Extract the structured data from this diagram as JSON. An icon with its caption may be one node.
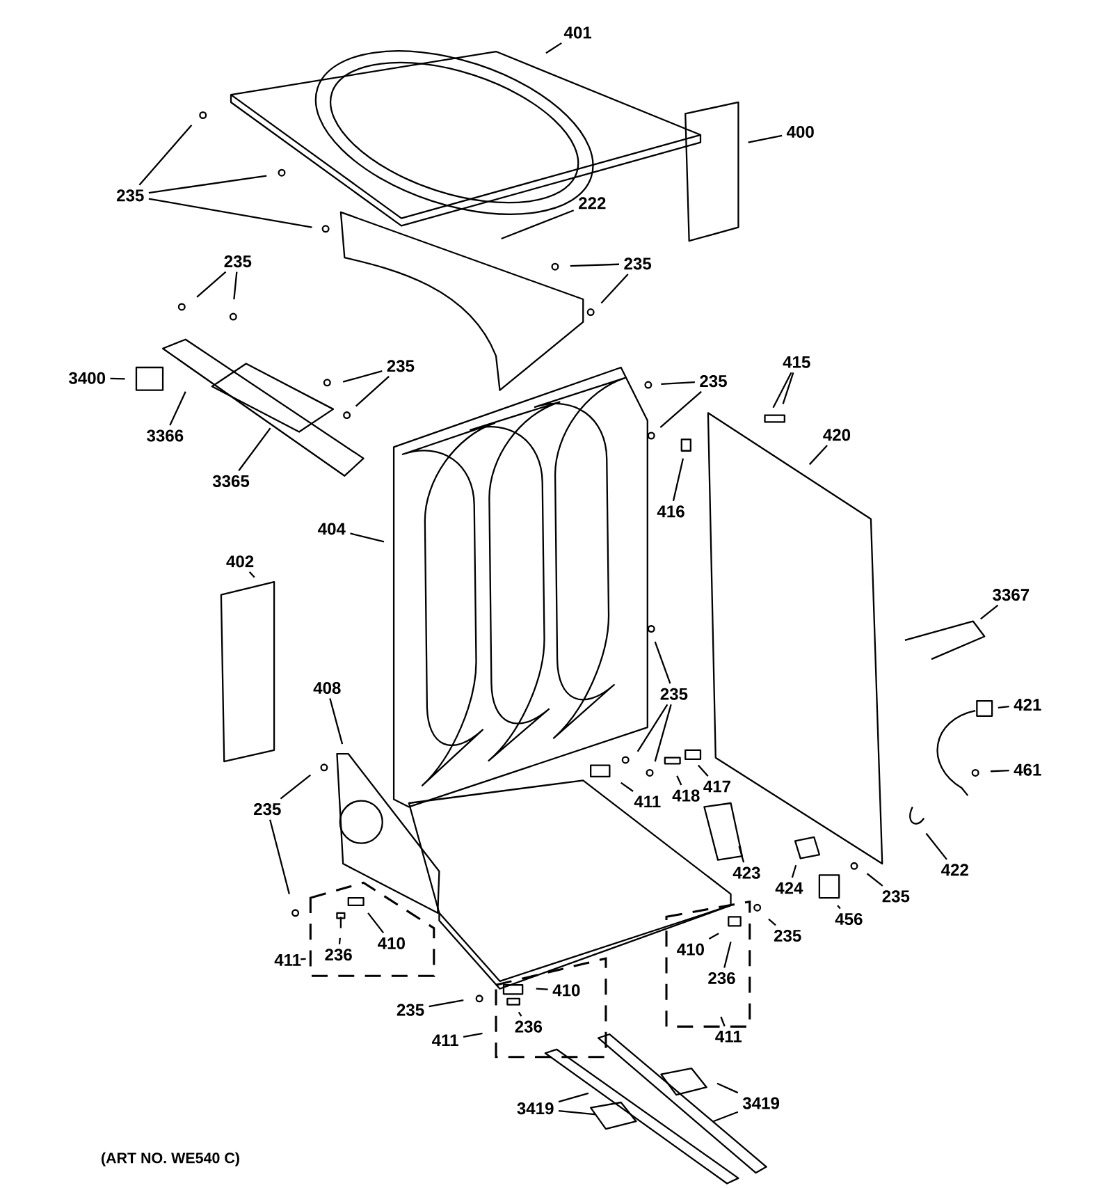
{
  "diagram": {
    "nodes": [
      {
        "text": [
          "401"
        ]
      },
      {
        "text": [
          "400"
        ]
      },
      {
        "text": [
          "235"
        ]
      },
      {
        "text": [
          "222"
        ]
      },
      {
        "text": [
          "235"
        ]
      },
      {
        "text": [
          "235"
        ]
      },
      {
        "text": [
          "3400"
        ]
      },
      {
        "text": [
          "235"
        ]
      },
      {
        "text": [
          "3366"
        ]
      },
      {
        "text": [
          "3365"
        ]
      },
      {
        "text": [
          "235"
        ]
      },
      {
        "text": [
          "415"
        ]
      },
      {
        "text": [
          "420"
        ]
      },
      {
        "text": [
          "416"
        ]
      },
      {
        "text": [
          "404"
        ]
      },
      {
        "text": [
          "3367"
        ]
      },
      {
        "text": [
          "402"
        ]
      },
      {
        "text": [
          "408"
        ]
      },
      {
        "text": [
          "235"
        ]
      },
      {
        "text": [
          "421"
        ]
      },
      {
        "text": [
          "461"
        ]
      },
      {
        "text": [
          "235"
        ]
      },
      {
        "text": [
          "418"
        ]
      },
      {
        "text": [
          "417"
        ]
      },
      {
        "text": [
          "411"
        ]
      },
      {
        "text": [
          "423"
        ]
      },
      {
        "text": [
          "424"
        ]
      },
      {
        "text": [
          "422"
        ]
      },
      {
        "text": [
          "235"
        ]
      },
      {
        "text": [
          "456"
        ]
      },
      {
        "text": [
          "235"
        ]
      },
      {
        "text": [
          "410"
        ]
      },
      {
        "text": [
          "236"
        ]
      },
      {
        "text": [
          "411"
        ]
      },
      {
        "text": [
          "410"
        ]
      },
      {
        "text": [
          "236"
        ]
      },
      {
        "text": [
          "411"
        ]
      },
      {
        "text": [
          "410"
        ]
      },
      {
        "text": [
          "235"
        ]
      },
      {
        "text": [
          "236"
        ]
      },
      {
        "text": [
          "411"
        ]
      },
      {
        "text": [
          "3419"
        ]
      },
      {
        "text": [
          "3419"
        ]
      }
    ],
    "edges": [
      {
        "from": 0,
        "to": null,
        "arrow": "none"
      },
      {
        "from": 1,
        "to": null,
        "arrow": "none"
      },
      {
        "from": 2,
        "to": null,
        "arrow": "none"
      },
      {
        "from": 2,
        "to": null,
        "arrow": "none"
      },
      {
        "from": 2,
        "to": null,
        "arrow": "none"
      },
      {
        "from": 3,
        "to": null,
        "arrow": "none"
      },
      {
        "from": 4,
        "to": null,
        "arrow": "none"
      },
      {
        "from": 4,
        "to": null,
        "arrow": "none"
      },
      {
        "from": 5,
        "to": null,
        "arrow": "none"
      },
      {
        "from": 5,
        "to": null,
        "arrow": "none"
      },
      {
        "from": 6,
        "to": null,
        "arrow": "none"
      },
      {
        "from": 7,
        "to": null,
        "arrow": "none"
      },
      {
        "from": 7,
        "to": null,
        "arrow": "none"
      },
      {
        "from": 8,
        "to": null,
        "arrow": "none"
      },
      {
        "from": 9,
        "to": null,
        "arrow": "none"
      },
      {
        "from": 10,
        "to": null,
        "arrow": "none"
      },
      {
        "from": 10,
        "to": null,
        "arrow": "none"
      },
      {
        "from": 11,
        "to": null,
        "arrow": "none"
      },
      {
        "from": 11,
        "to": null,
        "arrow": "none"
      },
      {
        "from": 12,
        "to": null,
        "arrow": "none"
      },
      {
        "from": 13,
        "to": null,
        "arrow": "none"
      },
      {
        "from": 14,
        "to": null,
        "arrow": "none"
      },
      {
        "from": 15,
        "to": null,
        "arrow": "none"
      },
      {
        "from": 16,
        "to": null,
        "arrow": "none"
      },
      {
        "from": 17,
        "to": null,
        "arrow": "none"
      },
      {
        "from": 18,
        "to": null,
        "arrow": "none"
      },
      {
        "from": 18,
        "to": null,
        "arrow": "none"
      },
      {
        "from": 18,
        "to": null,
        "arrow": "none"
      },
      {
        "from": 19,
        "to": null,
        "arrow": "none"
      },
      {
        "from": 20,
        "to": null,
        "arrow": "none"
      },
      {
        "from": 21,
        "to": null,
        "arrow": "none"
      },
      {
        "from": 21,
        "to": null,
        "arrow": "none"
      },
      {
        "from": 22,
        "to": null,
        "arrow": "none"
      },
      {
        "from": 23,
        "to": null,
        "arrow": "none"
      },
      {
        "from": 24,
        "to": null,
        "arrow": "none"
      },
      {
        "from": 25,
        "to": null,
        "arrow": "none"
      },
      {
        "from": 26,
        "to": null,
        "arrow": "none"
      },
      {
        "from": 27,
        "to": null,
        "arrow": "none"
      },
      {
        "from": 28,
        "to": null,
        "arrow": "none"
      },
      {
        "from": 29,
        "to": null,
        "arrow": "none"
      },
      {
        "from": 30,
        "to": null,
        "arrow": "none"
      },
      {
        "from": 31,
        "to": null,
        "arrow": "none"
      },
      {
        "from": 32,
        "to": null,
        "arrow": "none"
      },
      {
        "from": 33,
        "to": null,
        "arrow": "none"
      },
      {
        "from": 34,
        "to": null,
        "arrow": "none"
      },
      {
        "from": 35,
        "to": null,
        "arrow": "none"
      },
      {
        "from": 36,
        "to": null,
        "arrow": "none"
      },
      {
        "from": 37,
        "to": null,
        "arrow": "none"
      },
      {
        "from": 38,
        "to": null,
        "arrow": "none"
      },
      {
        "from": 39,
        "to": null,
        "arrow": "none"
      },
      {
        "from": 40,
        "to": null,
        "arrow": "none"
      },
      {
        "from": 41,
        "to": null,
        "arrow": "none"
      },
      {
        "from": 41,
        "to": null,
        "arrow": "none"
      },
      {
        "from": 42,
        "to": null,
        "arrow": "none"
      },
      {
        "from": 42,
        "to": null,
        "arrow": "none"
      }
    ],
    "labels": [
      "(ART NO. WE540 C)"
    ]
  }
}
